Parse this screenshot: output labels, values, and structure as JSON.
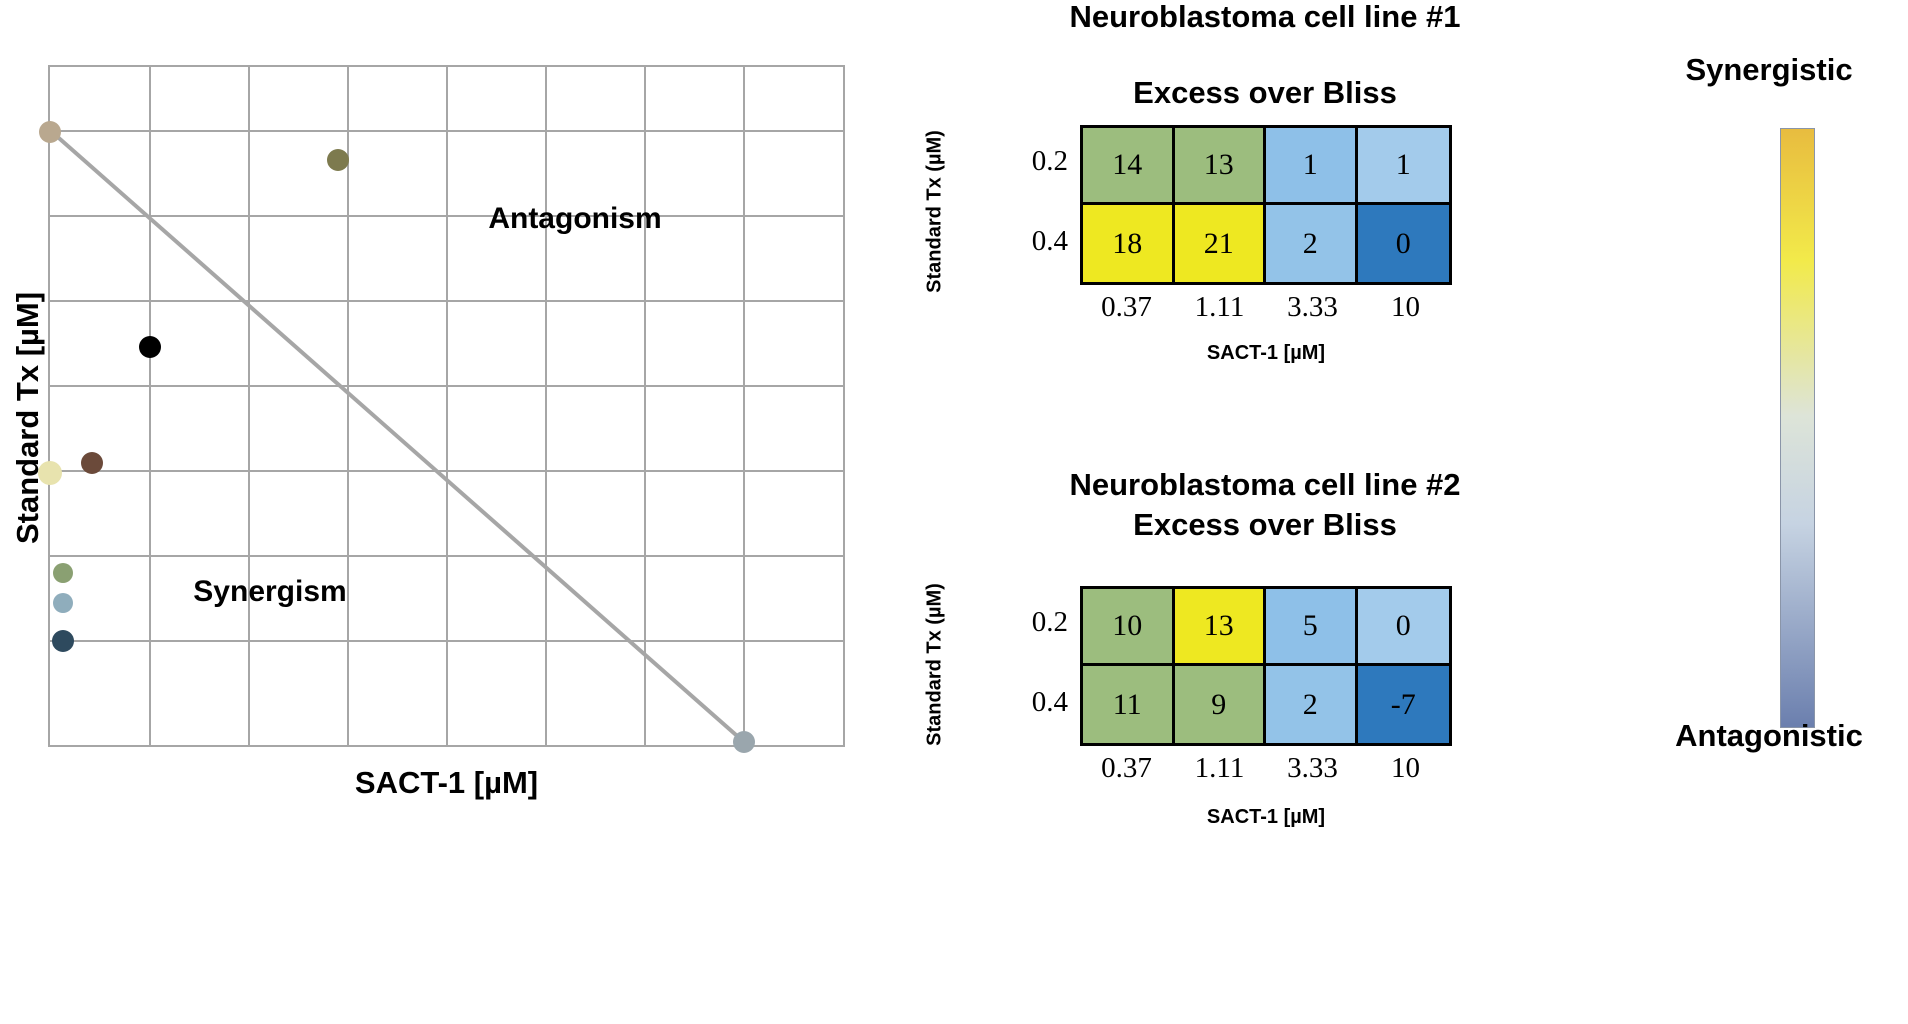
{
  "scatter": {
    "xlabel": "SACT-1 [µM]",
    "ylabel": "Standard Tx [µM]",
    "region_antagonism": "Antagonism",
    "region_synergism": "Synergism",
    "diagonal_color": "#a6a6a6",
    "grid_color": "#a6a6a6",
    "points": [
      {
        "name": "point-1",
        "xpct": 0.0,
        "ypct": 9.5,
        "color": "#b9a88f",
        "r": 11
      },
      {
        "name": "point-2",
        "xpct": 36.1,
        "ypct": 13.6,
        "color": "#7d7a4e",
        "r": 11
      },
      {
        "name": "point-3",
        "xpct": 12.5,
        "ypct": 41.1,
        "color": "#000000",
        "r": 11
      },
      {
        "name": "point-4",
        "xpct": 5.3,
        "ypct": 58.1,
        "color": "#6b4a3a",
        "r": 11
      },
      {
        "name": "point-5",
        "xpct": 0.0,
        "ypct": 59.6,
        "color": "#e8e3ae",
        "r": 12
      },
      {
        "name": "point-6",
        "xpct": 1.6,
        "ypct": 74.2,
        "color": "#8aa072",
        "r": 10
      },
      {
        "name": "point-7",
        "xpct": 1.6,
        "ypct": 78.6,
        "color": "#8fadbc",
        "r": 10
      },
      {
        "name": "point-8",
        "xpct": 1.6,
        "ypct": 84.1,
        "color": "#2e4a5e",
        "r": 11
      },
      {
        "name": "point-9",
        "xpct": 87.1,
        "ypct": 99.0,
        "color": "#9aa6ad",
        "r": 11
      }
    ]
  },
  "heatmap1": {
    "title_line1": "Neuroblastoma cell line #1",
    "title_line2": "Excess over Bliss",
    "ylabel": "Standard Tx (µM)",
    "xlabel": "SACT-1 [µM]",
    "row_ticks": [
      "0.2",
      "0.4"
    ],
    "col_ticks": [
      "0.37",
      "1.11",
      "3.33",
      "10"
    ],
    "cells": [
      [
        {
          "value": "14",
          "color": "#9cbd7e"
        },
        {
          "value": "13",
          "color": "#9cbd7e"
        },
        {
          "value": "1",
          "color": "#8ec0e8"
        },
        {
          "value": "1",
          "color": "#a3cbeb"
        }
      ],
      [
        {
          "value": "18",
          "color": "#eee821"
        },
        {
          "value": "21",
          "color": "#eee821"
        },
        {
          "value": "2",
          "color": "#93c3e8"
        },
        {
          "value": "0",
          "color": "#2e79bd"
        }
      ]
    ]
  },
  "heatmap2": {
    "title_line1": "Neuroblastoma cell line #2",
    "title_line2": "Excess over Bliss",
    "ylabel": "Standard Tx (µM)",
    "xlabel": "SACT-1 [µM]",
    "row_ticks": [
      "0.2",
      "0.4"
    ],
    "col_ticks": [
      "0.37",
      "1.11",
      "3.33",
      "10"
    ],
    "cells": [
      [
        {
          "value": "10",
          "color": "#9cbd7e"
        },
        {
          "value": "13",
          "color": "#eee821"
        },
        {
          "value": "5",
          "color": "#8ec0e8"
        },
        {
          "value": "0",
          "color": "#a3cbeb"
        }
      ],
      [
        {
          "value": "11",
          "color": "#9cbd7e"
        },
        {
          "value": "9",
          "color": "#9cbd7e"
        },
        {
          "value": "2",
          "color": "#93c3e8"
        },
        {
          "value": "-7",
          "color": "#2e79bd"
        }
      ]
    ]
  },
  "colorbar": {
    "top_label": "Synergistic",
    "bottom_label": "Antagonistic",
    "color_top": "#e8bc3f",
    "color_upper_mid": "#f2ea4a",
    "color_mid": "#dde4d8",
    "color_lower_mid": "#c6d3e2",
    "color_bottom": "#6b7fae"
  },
  "chart_data": [
    {
      "type": "scatter",
      "title": "",
      "xlabel": "SACT-1 [µM]",
      "ylabel": "Standard Tx [µM]",
      "annotations": [
        "Antagonism",
        "Synergism"
      ],
      "grid": true,
      "xlim": [
        0,
        1
      ],
      "ylim": [
        0,
        1
      ],
      "reference_line": {
        "from": [
          0,
          0.905
        ],
        "to": [
          0.871,
          0.01
        ],
        "color": "#a6a6a6"
      },
      "points_normalized": [
        {
          "x": 0.0,
          "y": 0.905,
          "color": "#b9a88f"
        },
        {
          "x": 0.361,
          "y": 0.864,
          "color": "#7d7a4e"
        },
        {
          "x": 0.125,
          "y": 0.589,
          "color": "#000000"
        },
        {
          "x": 0.053,
          "y": 0.419,
          "color": "#6b4a3a"
        },
        {
          "x": 0.0,
          "y": 0.404,
          "color": "#e8e3ae"
        },
        {
          "x": 0.016,
          "y": 0.258,
          "color": "#8aa072"
        },
        {
          "x": 0.016,
          "y": 0.214,
          "color": "#8fadbc"
        },
        {
          "x": 0.016,
          "y": 0.159,
          "color": "#2e4a5e"
        },
        {
          "x": 0.871,
          "y": 0.01,
          "color": "#9aa6ad"
        }
      ]
    },
    {
      "type": "heatmap",
      "title": "Neuroblastoma cell line #1 Excess over Bliss",
      "xlabel": "SACT-1 [µM]",
      "ylabel": "Standard Tx (µM)",
      "x": [
        "0.37",
        "1.11",
        "3.33",
        "10"
      ],
      "y": [
        "0.2",
        "0.4"
      ],
      "values": [
        [
          14,
          13,
          1,
          1
        ],
        [
          18,
          21,
          2,
          0
        ]
      ]
    },
    {
      "type": "heatmap",
      "title": "Neuroblastoma cell line #2 Excess over Bliss",
      "xlabel": "SACT-1 [µM]",
      "ylabel": "Standard Tx (µM)",
      "x": [
        "0.37",
        "1.11",
        "3.33",
        "10"
      ],
      "y": [
        "0.2",
        "0.4"
      ],
      "values": [
        [
          10,
          13,
          5,
          0
        ],
        [
          11,
          9,
          2,
          -7
        ]
      ]
    }
  ]
}
